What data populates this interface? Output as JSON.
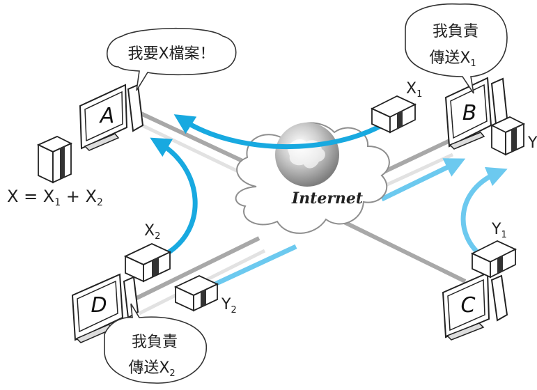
{
  "colors": {
    "arrow_dark": "#18a9e0",
    "arrow_light": "#6cc9ef",
    "cable": "#a8a8a8",
    "cable_light": "#dcdcdc"
  },
  "computers": {
    "a": "A",
    "b": "B",
    "c": "C",
    "d": "D"
  },
  "bubbles": {
    "a": "我要X檔案！",
    "b_line1": "我負責",
    "b_line2_main": "傳送X",
    "b_line2_sub": "1",
    "d_line1": "我負責",
    "d_line2_main": "傳送X",
    "d_line2_sub": "2"
  },
  "packets": {
    "x1_main": "X",
    "x1_sub": "1",
    "x2_main": "X",
    "x2_sub": "2",
    "y_main": "Y",
    "y1_main": "Y",
    "y1_sub": "1",
    "y2_main": "Y",
    "y2_sub": "2"
  },
  "equation": {
    "lhs": "X = X",
    "s1": "1",
    "mid": " + X",
    "s2": "2"
  },
  "cloud_label": "Internet",
  "icons": {
    "globe": "globe-icon",
    "cloud": "cloud-icon",
    "file": "file-box-icon",
    "computer": "computer-icon"
  }
}
